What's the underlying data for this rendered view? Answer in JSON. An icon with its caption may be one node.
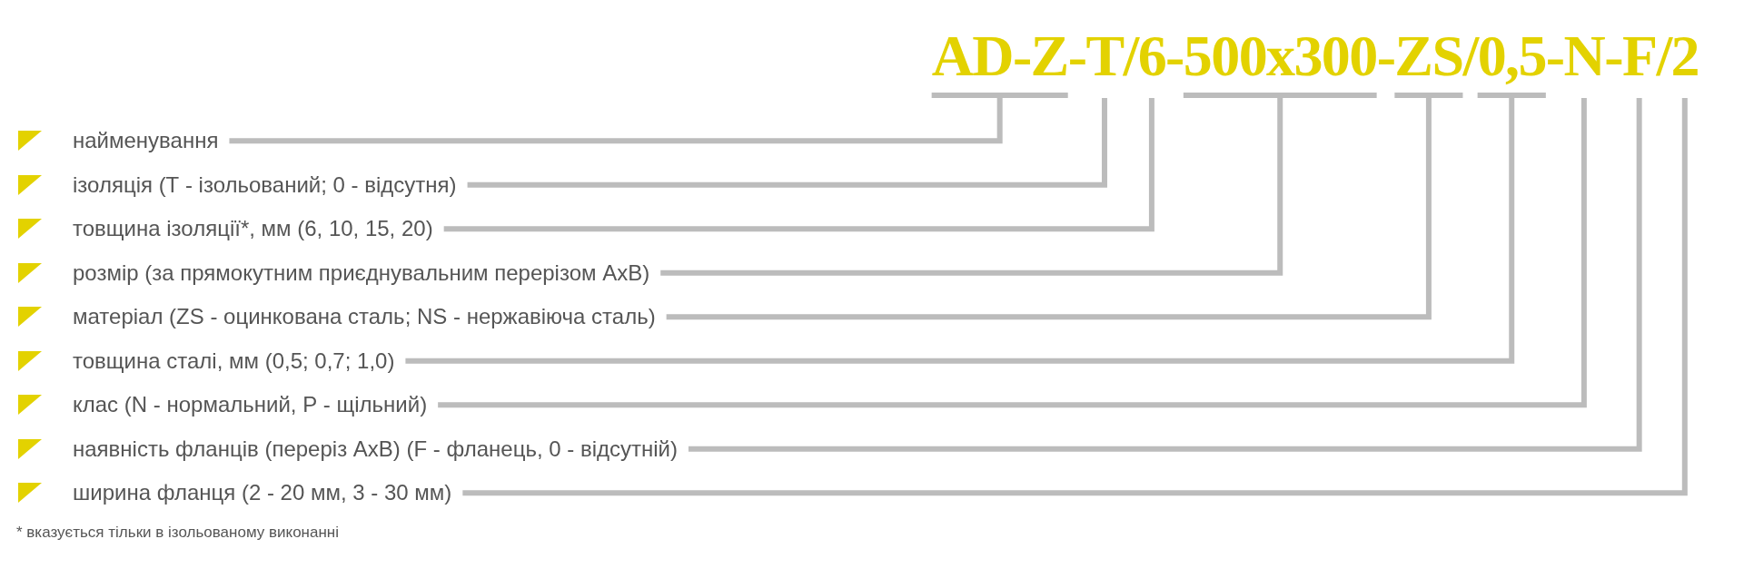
{
  "diagram": {
    "nodes": [
      {
        "text": [
          "AD-Z"
        ]
      },
      {
        "text": [
          "T"
        ]
      },
      {
        "text": [
          "6"
        ]
      },
      {
        "text": [
          "500x300"
        ]
      },
      {
        "text": [
          "ZS"
        ]
      },
      {
        "text": [
          "0,5"
        ]
      },
      {
        "text": [
          "N"
        ]
      },
      {
        "text": [
          "F"
        ]
      },
      {
        "text": [
          "2"
        ]
      },
      {
        "text": [
          "найменування"
        ]
      },
      {
        "text": [
          "ізоляція (Т - ізольований; 0 - відсутня)"
        ]
      },
      {
        "text": [
          "товщина ізоляції*, мм (6, 10, 15, 20)"
        ]
      },
      {
        "text": [
          "розмір (за прямокутним приєднувальним перерізом АхВ)"
        ]
      },
      {
        "text": [
          "матеріал (ZS - оцинкована сталь; NS - нержавіюча сталь)"
        ]
      },
      {
        "text": [
          "товщина сталі, мм (0,5; 0,7; 1,0)"
        ]
      },
      {
        "text": [
          "клас (N - нормальний, Р - щільний)"
        ]
      },
      {
        "text": [
          "наявність фланців (переріз АхВ) (F - фланець, 0 - відсутній)"
        ]
      },
      {
        "text": [
          "ширина фланця (2 - 20 мм, 3 - 30 мм)"
        ]
      }
    ],
    "edges": [
      {
        "from": 9,
        "to": 0,
        "arrow": "none"
      },
      {
        "from": 10,
        "to": 1,
        "arrow": "none"
      },
      {
        "from": 11,
        "to": 2,
        "arrow": "none"
      },
      {
        "from": 12,
        "to": 3,
        "arrow": "none"
      },
      {
        "from": 13,
        "to": 4,
        "arrow": "none"
      },
      {
        "from": 14,
        "to": 5,
        "arrow": "none"
      },
      {
        "from": 15,
        "to": 6,
        "arrow": "none"
      },
      {
        "from": 16,
        "to": 7,
        "arrow": "none"
      },
      {
        "from": 17,
        "to": 8,
        "arrow": "none"
      }
    ],
    "labels": [
      "-",
      "/",
      "-",
      "-",
      "/",
      "-",
      "-",
      "/",
      "* вказується тільки в ізольованому виконанні"
    ]
  }
}
